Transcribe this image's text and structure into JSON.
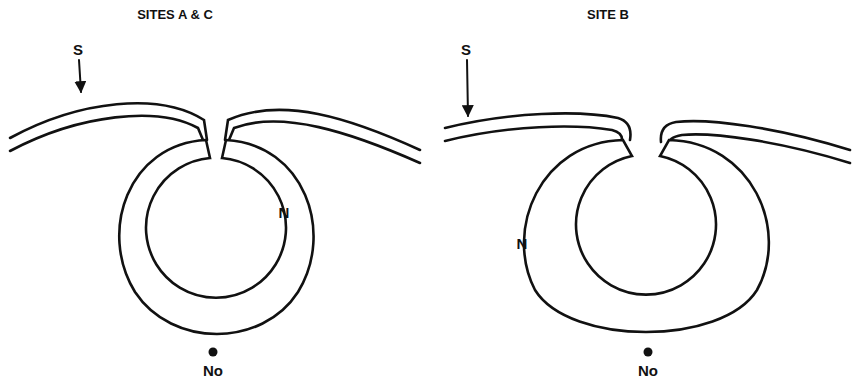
{
  "diagram": {
    "labels": [
      "SITES A & C",
      "SITE B",
      "S",
      "S",
      "N",
      "N",
      "No",
      "No"
    ]
  }
}
